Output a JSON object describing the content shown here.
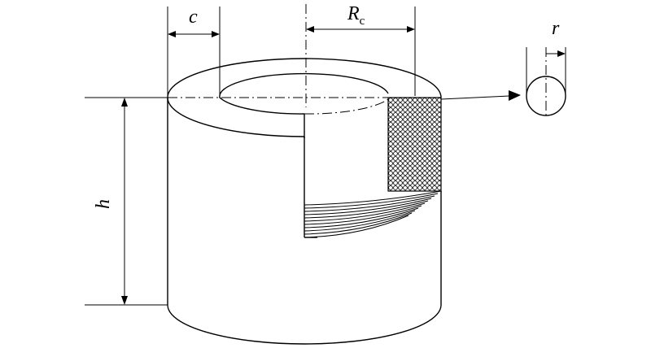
{
  "labels": {
    "wall_thickness": "c",
    "core_radius_symbol": "R",
    "core_radius_subscript": "c",
    "height": "h",
    "wire_radius": "r"
  },
  "colors": {
    "line": "#000000",
    "background": "#ffffff"
  }
}
